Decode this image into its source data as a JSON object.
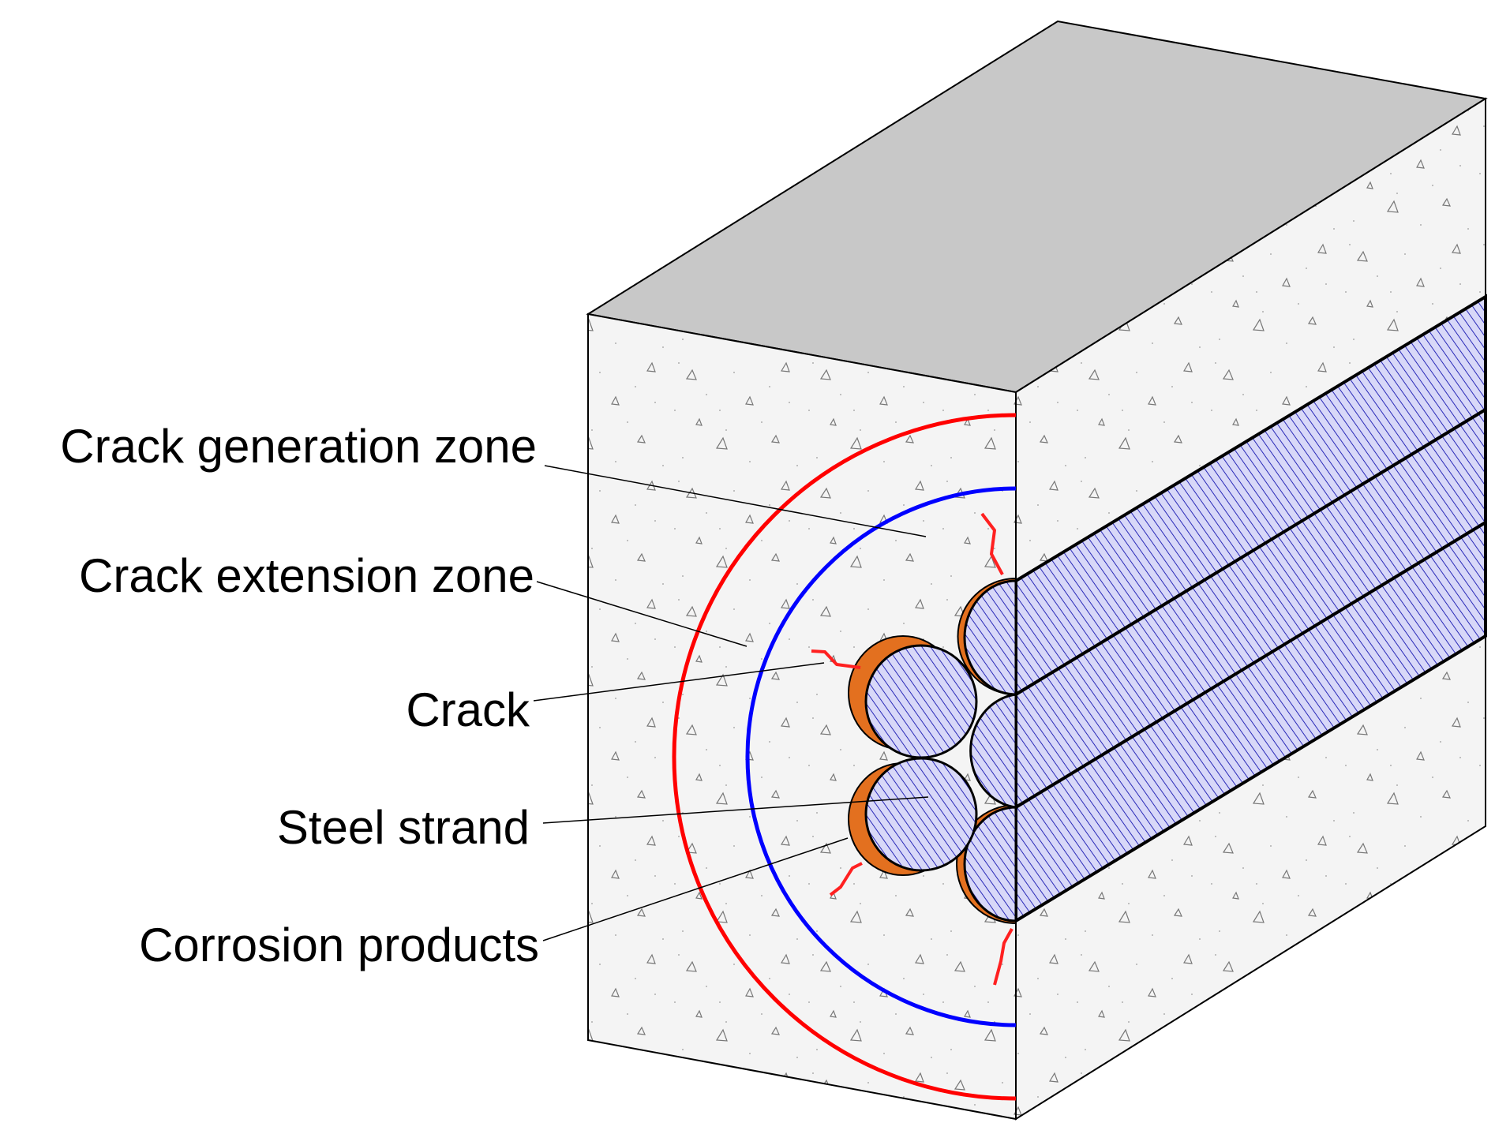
{
  "labels": {
    "crack_generation_zone": "Crack generation zone",
    "crack_extension_zone": "Crack extension zone",
    "crack": "Crack",
    "steel_strand": "Steel strand",
    "corrosion_products": "Corrosion products"
  },
  "colors": {
    "top_face": "#c8c8c8",
    "concrete": "#f4f4f4",
    "strand_fill": "#d8d8f8",
    "strand_hatch": "#2a2ab8",
    "corrosion": "#e3701f",
    "crack_generation_boundary": "#ff0000",
    "crack_extension_boundary": "#0000ff",
    "crack_lines": "#ff2020",
    "outline": "#000000"
  }
}
